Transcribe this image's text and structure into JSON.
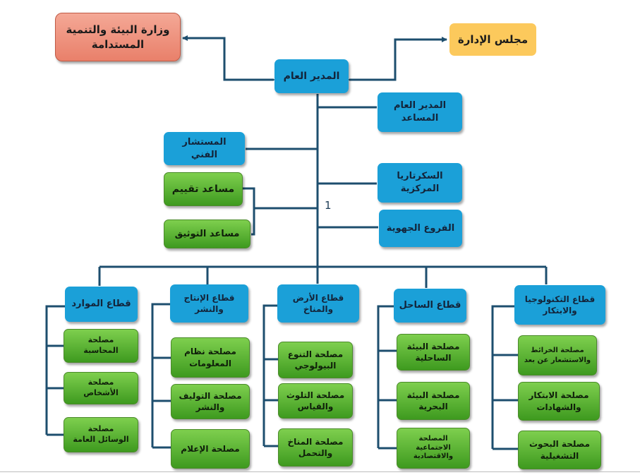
{
  "diagram": {
    "line_color": "#1d4e6e",
    "colors": {
      "director_blue": "#1ba0d8",
      "unit_green": "#56b02e",
      "ministry_salmon": "#ee8f7b",
      "board_yellow": "#fcc95c"
    },
    "top": {
      "ministry": "وزارة البيئة والتنمية\nالمستدامة",
      "board": "مجلس الإدارة",
      "director_general": "المدير العام"
    },
    "staff": {
      "assistant_director": "المدير العام\nالمساعد",
      "technical_advisor": "المستشار الفني",
      "central_secretariat": "السكرتاريا\nالمركزية",
      "evaluation_assistant": "مساعد تقييم",
      "documentation_assistant": "مساعد التوثيق",
      "regional_branches": "الفروع الجهوية"
    },
    "stray_mark": "1",
    "sectors": [
      {
        "title": "قطاع الموارد",
        "units": [
          "مصلحة\nالمحاسبة",
          "مصلحة\nالأشخاص",
          "مصلحة\nالوسائل العامة"
        ]
      },
      {
        "title": "قطاع الإنتاج\nوالنشر",
        "units": [
          "مصلحة نظام\nالمعلومات",
          "مصلحة التوليف\nوالنشر",
          "مصلحة الإعلام"
        ]
      },
      {
        "title": "قطاع الأرض\nوالمناخ",
        "units": [
          "مصلحة التنوع\nالبيولوجي",
          "مصلحة التلوث\nوالقياس",
          "مصلحة المناخ\nوالتحمل"
        ]
      },
      {
        "title": "قطاع الساحل",
        "units": [
          "مصلحة البيئة\nالساحلية",
          "مصلحة البيئة\nالبحرية",
          "المصلحة\nالاجتماعية\nوالاقتصادية"
        ]
      },
      {
        "title": "قطاع التكنولوجيا\nوالابتكار",
        "units": [
          "مصلحة الخرائط\nوالاستشعار عن بعد",
          "مصلحة الابتكار\nوالشهادات",
          "مصلحة البحوث\nالتشغيلية"
        ]
      }
    ]
  }
}
